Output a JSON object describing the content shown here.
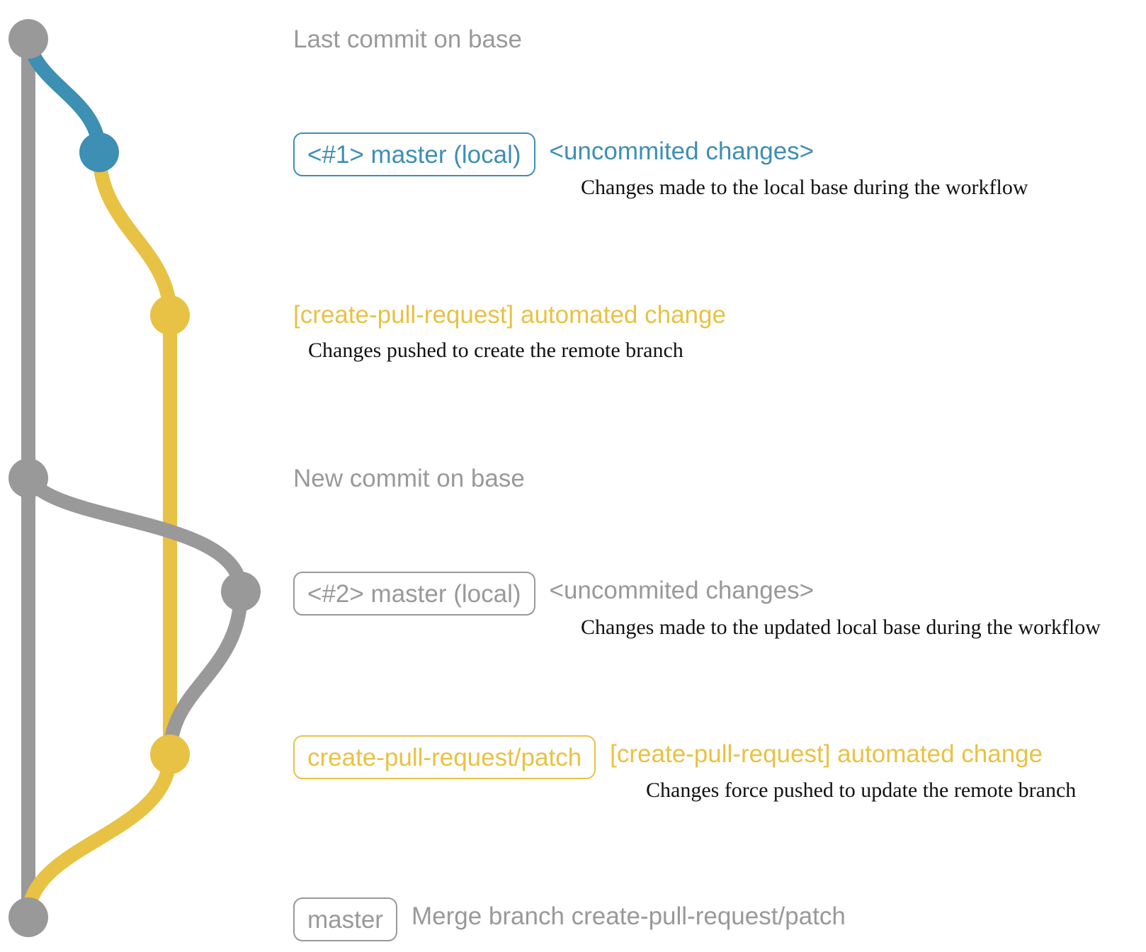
{
  "colors": {
    "gray": "#999999",
    "blue": "#3d8fb3",
    "yellow": "#e8c244",
    "text": "#111111"
  },
  "commits": [
    {
      "id": "c1",
      "message": "Last commit on base",
      "color": "gray"
    },
    {
      "id": "c2",
      "tag": "<#1> master (local)",
      "message": "<uncommited changes>",
      "description": "Changes made to the local base during the workflow",
      "color": "blue"
    },
    {
      "id": "c3",
      "message": "[create-pull-request] automated change",
      "description": "Changes pushed to create the remote branch",
      "color": "yellow"
    },
    {
      "id": "c4",
      "message": "New commit on base",
      "color": "gray"
    },
    {
      "id": "c5",
      "tag": "<#2> master (local)",
      "message": "<uncommited changes>",
      "description": "Changes made to the updated local base during the workflow",
      "color": "gray"
    },
    {
      "id": "c6",
      "tag": "create-pull-request/patch",
      "message": "[create-pull-request] automated change",
      "description": "Changes force pushed to update the remote branch",
      "color": "yellow"
    },
    {
      "id": "c7",
      "tag": "master",
      "message": "Merge branch create-pull-request/patch",
      "color": "gray"
    }
  ]
}
